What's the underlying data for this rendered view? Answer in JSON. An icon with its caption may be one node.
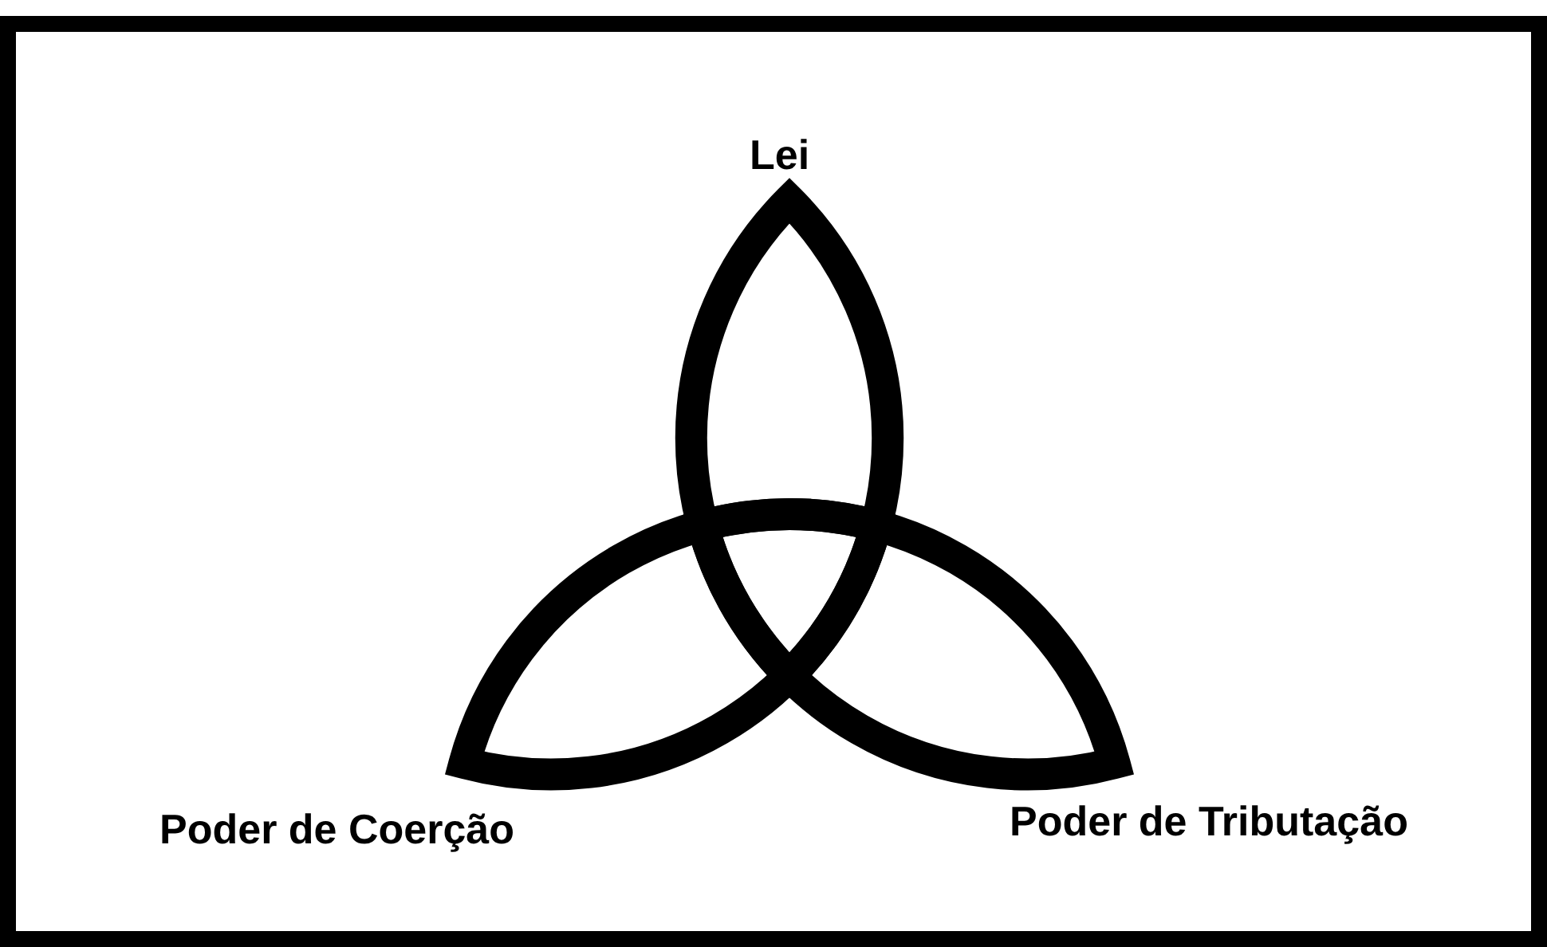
{
  "diagram": {
    "labels": [
      "Lei",
      "Poder de Coerção",
      "Poder de Tributação"
    ]
  }
}
